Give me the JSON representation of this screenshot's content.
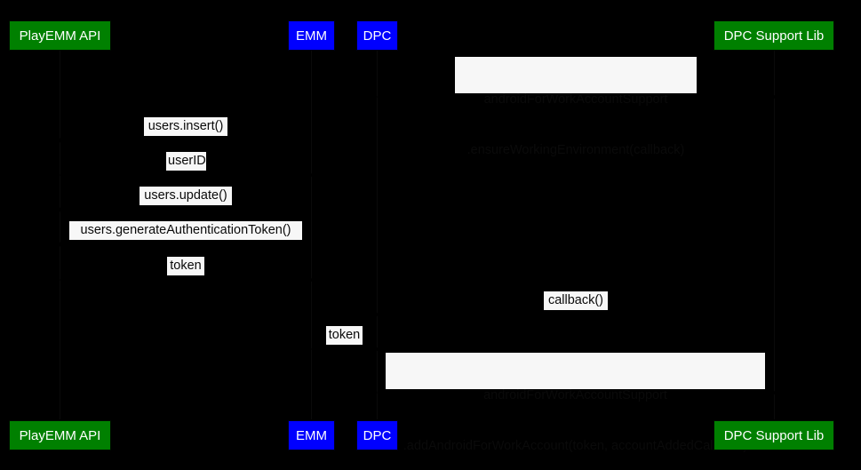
{
  "diagram": {
    "type": "sequence-diagram",
    "background_color": "#000000",
    "participant_colors": {
      "green": "#008000",
      "blue": "#0000FF",
      "label_background": "#F7F7F7",
      "label_text": "#000000",
      "participant_text": "#FFFFFF"
    },
    "participants": [
      {
        "id": "playemm-api",
        "label": "PlayEMM API",
        "color": "green"
      },
      {
        "id": "emm",
        "label": "EMM",
        "color": "blue"
      },
      {
        "id": "dpc",
        "label": "DPC",
        "color": "blue"
      },
      {
        "id": "dpc-support-lib",
        "label": "DPC Support Lib",
        "color": "green"
      }
    ],
    "messages": [
      {
        "index": 1,
        "from": "dpc",
        "to": "dpc-support-lib",
        "text_lines": [
          "androidForWorkAccountSupport",
          ".ensureWorkingEnvironment(callback)"
        ],
        "text": "androidForWorkAccountSupport\n.ensureWorkingEnvironment(callback)"
      },
      {
        "index": 2,
        "from": "emm",
        "to": "playemm-api",
        "text_lines": [
          "users.insert()"
        ],
        "text": "users.insert()"
      },
      {
        "index": 3,
        "from": "playemm-api",
        "to": "emm",
        "text_lines": [
          "userID"
        ],
        "text": "userID"
      },
      {
        "index": 4,
        "from": "emm",
        "to": "playemm-api",
        "text_lines": [
          "users.update()"
        ],
        "text": "users.update()"
      },
      {
        "index": 5,
        "from": "emm",
        "to": "playemm-api",
        "text_lines": [
          "users.generateAuthenticationToken()"
        ],
        "text": "users.generateAuthenticationToken()"
      },
      {
        "index": 6,
        "from": "playemm-api",
        "to": "emm",
        "text_lines": [
          "token"
        ],
        "text": "token"
      },
      {
        "index": 7,
        "from": "dpc-support-lib",
        "to": "dpc",
        "text_lines": [
          "callback()"
        ],
        "text": "callback()"
      },
      {
        "index": 8,
        "from": "emm",
        "to": "dpc",
        "text_lines": [
          "token"
        ],
        "text": "token"
      },
      {
        "index": 9,
        "from": "dpc",
        "to": "dpc-support-lib",
        "text_lines": [
          "androidForWorkAccountSupport",
          ".addAndroidForWorkAccount(token, accountAddedCallback)"
        ],
        "text": "androidForWorkAccountSupport\n.addAndroidForWorkAccount(token, accountAddedCallback)"
      }
    ]
  }
}
